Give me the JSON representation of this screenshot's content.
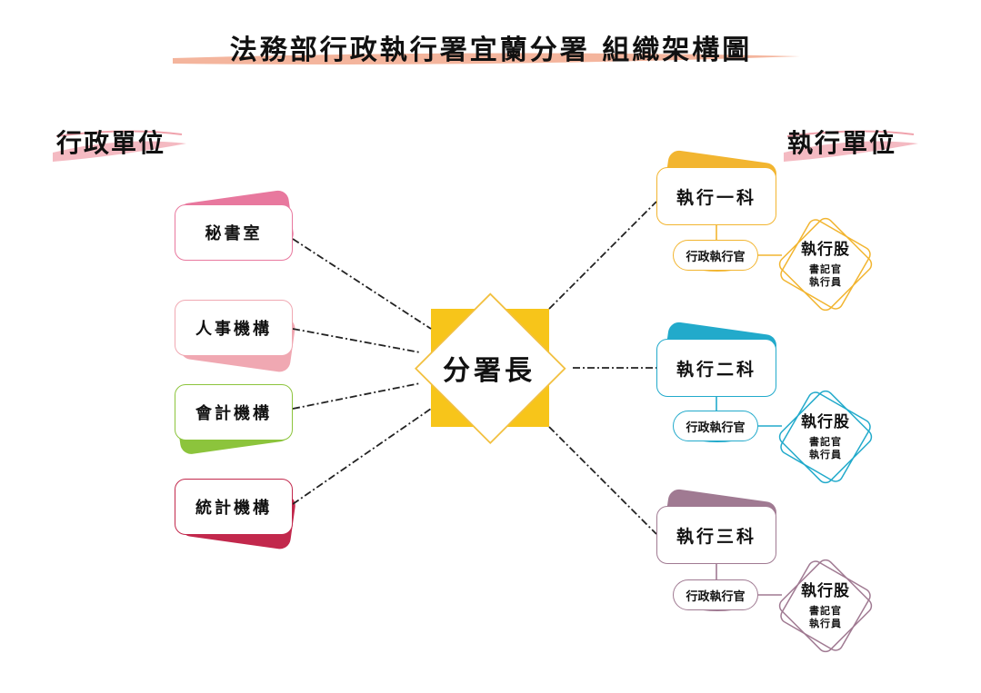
{
  "title": "法務部行政執行署宜蘭分署  組織架構圖",
  "left_section": {
    "label": "行政單位"
  },
  "right_section": {
    "label": "執行單位"
  },
  "head": {
    "label": "分署長"
  },
  "admin_units": [
    {
      "label": "秘書室",
      "color": "#e8789e"
    },
    {
      "label": "人事機構",
      "color": "#f0a8b2"
    },
    {
      "label": "會計機構",
      "color": "#8cc43c"
    },
    {
      "label": "統計機構",
      "color": "#c2284c"
    }
  ],
  "exec_units": [
    {
      "label": "執行一科",
      "officer": "行政執行官",
      "stock": "執行股",
      "staff": [
        "書記官",
        "執行員"
      ],
      "color": "#f2b530"
    },
    {
      "label": "執行二科",
      "officer": "行政執行官",
      "stock": "執行股",
      "staff": [
        "書記官",
        "執行員"
      ],
      "color": "#22aacb"
    },
    {
      "label": "執行三科",
      "officer": "行政執行官",
      "stock": "執行股",
      "staff": [
        "書記官",
        "執行員"
      ],
      "color": "#a07a92"
    }
  ],
  "colors": {
    "head_square": "#f7c51a",
    "head_outline": "#f2c040",
    "title_highlight": "#f2a88c",
    "connector": "#222222"
  }
}
